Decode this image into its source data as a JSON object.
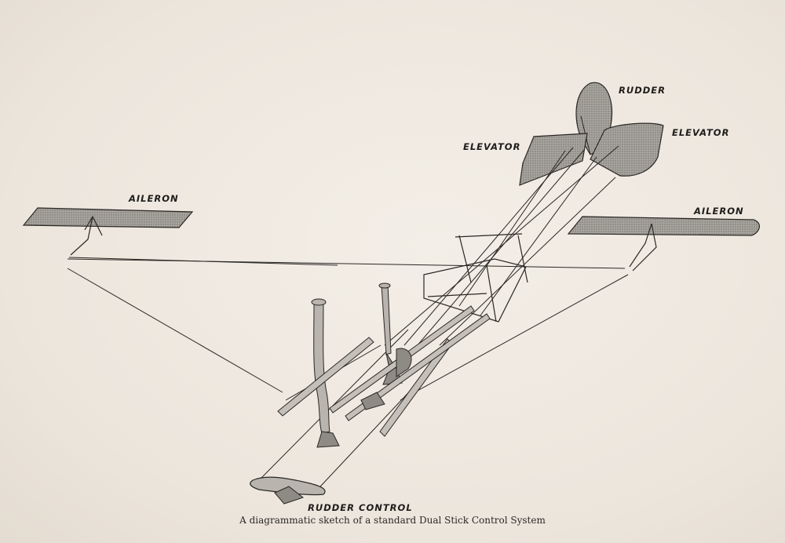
{
  "labels": {
    "rudder": "RUDDER",
    "elevator_left": "ELEVATOR",
    "elevator_right": "ELEVATOR",
    "aileron_left": "AILERON",
    "aileron_right": "AILERON",
    "rudder_control": "RUDDER CONTROL"
  },
  "caption": "A diagrammatic sketch of a standard Dual Stick Control System",
  "colors": {
    "paper": "#efe9e1",
    "ink": "#2a2724",
    "surface_fill": "#9a9690",
    "column_fill": "#b9b4ad"
  }
}
